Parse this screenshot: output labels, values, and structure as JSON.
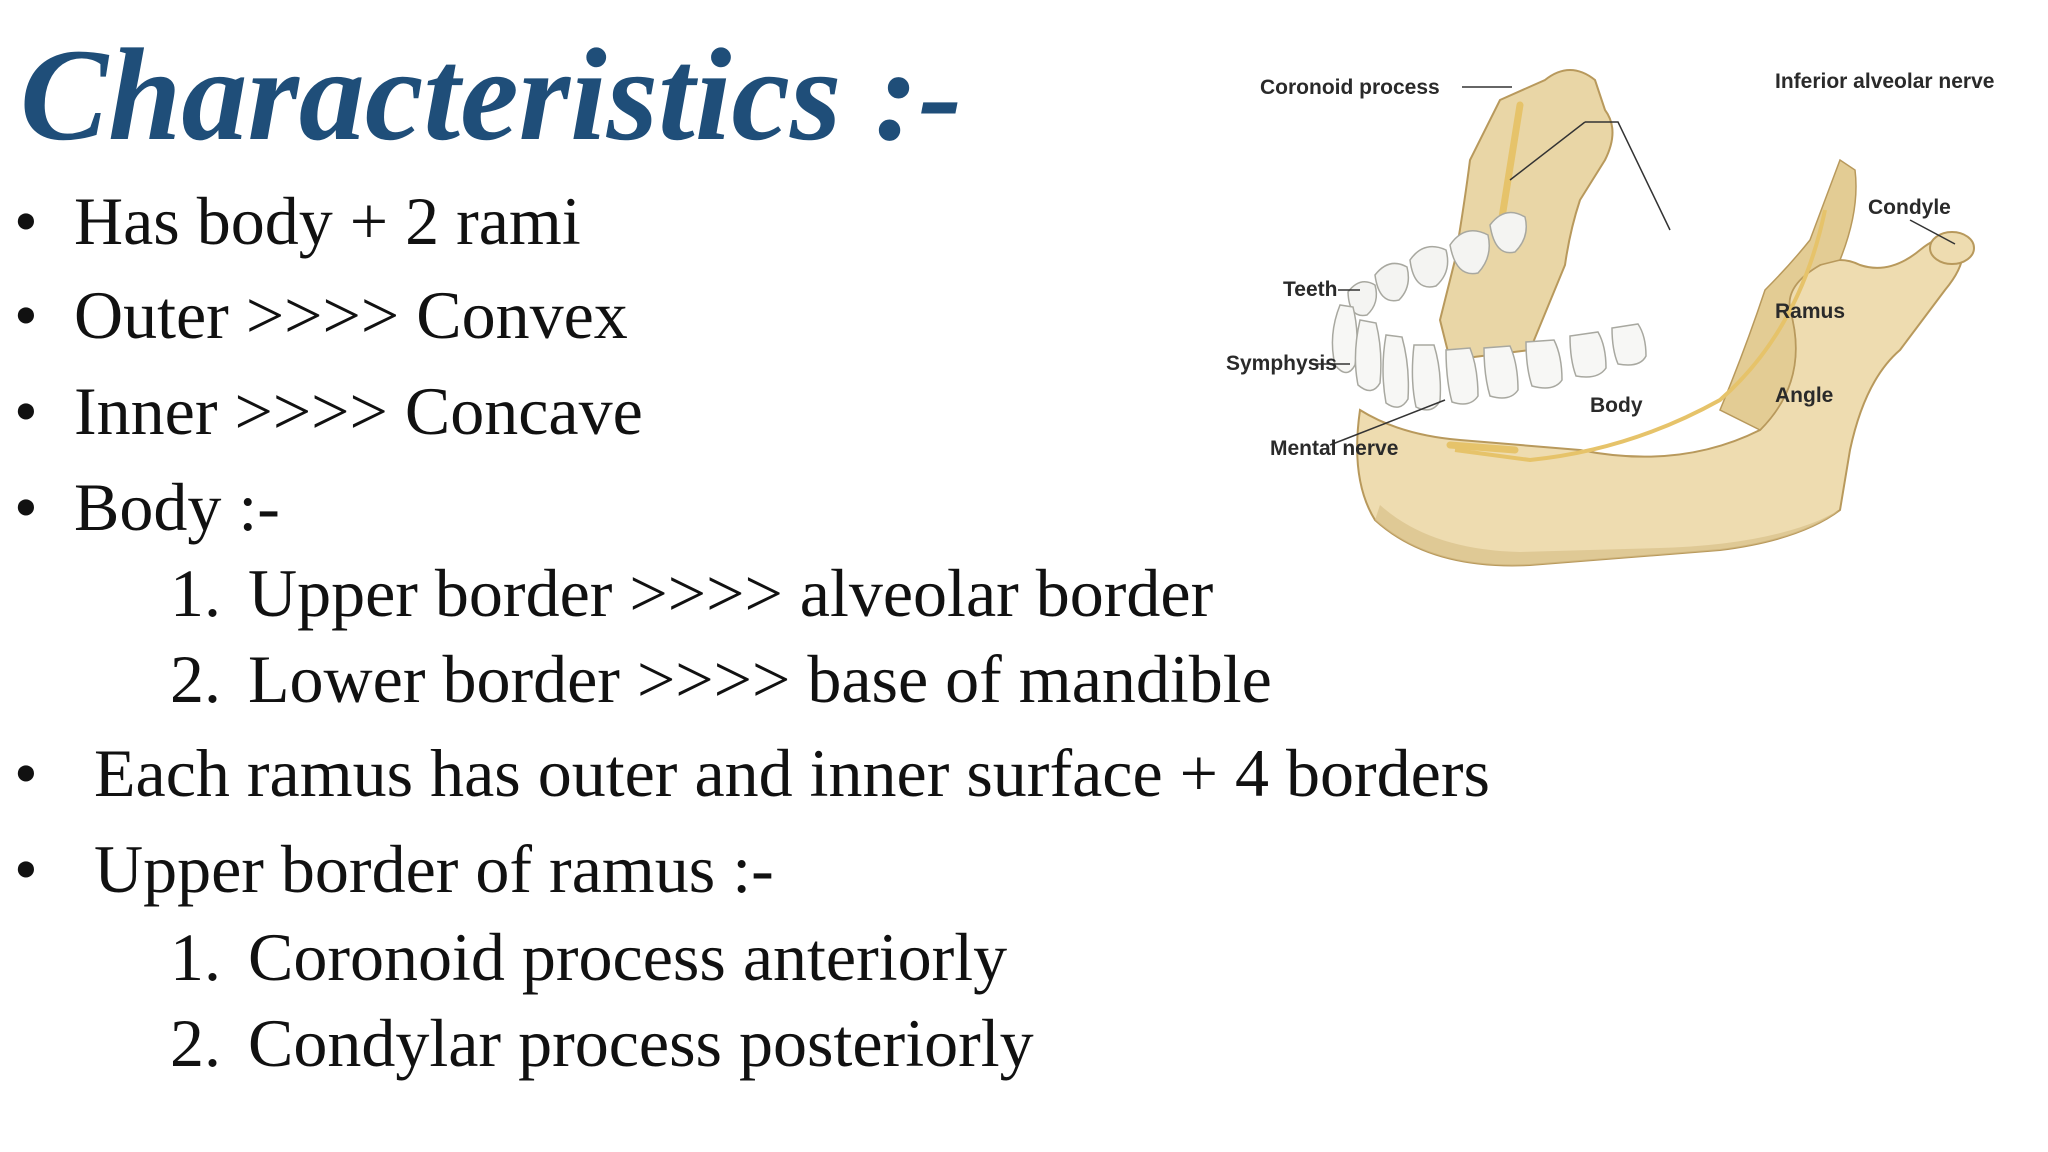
{
  "title": "Characteristics :-",
  "bullet_glyph": "•",
  "bullets": [
    "Has body + 2 rami",
    "Outer >>>> Convex",
    "Inner >>>> Concave",
    "Body :-",
    "Each ramus has outer and inner surface + 4 borders",
    "Upper border of ramus :-"
  ],
  "body_list": [
    {
      "num": "1.",
      "text": "Upper border >>>> alveolar border"
    },
    {
      "num": "2.",
      "text": "Lower border >>>> base of mandible"
    }
  ],
  "ramus_list": [
    {
      "num": "1.",
      "text": "Coronoid process anteriorly"
    },
    {
      "num": "2.",
      "text": "Condylar process posteriorly"
    }
  ],
  "diagram": {
    "labels": {
      "coronoid_process": "Coronoid process",
      "inferior_alveolar_nerve": "Inferior alveolar nerve",
      "condyle": "Condyle",
      "teeth": "Teeth",
      "ramus": "Ramus",
      "symphysis": "Symphysis",
      "body": "Body",
      "angle": "Angle",
      "mental_nerve": "Mental nerve"
    },
    "colors": {
      "bone": "#eedcb0",
      "bone_shade": "#d9c08a",
      "nerve": "#e6c36a",
      "teeth": "#f4f4f2"
    }
  },
  "colors": {
    "title": "#1f4e79",
    "text": "#111111"
  }
}
